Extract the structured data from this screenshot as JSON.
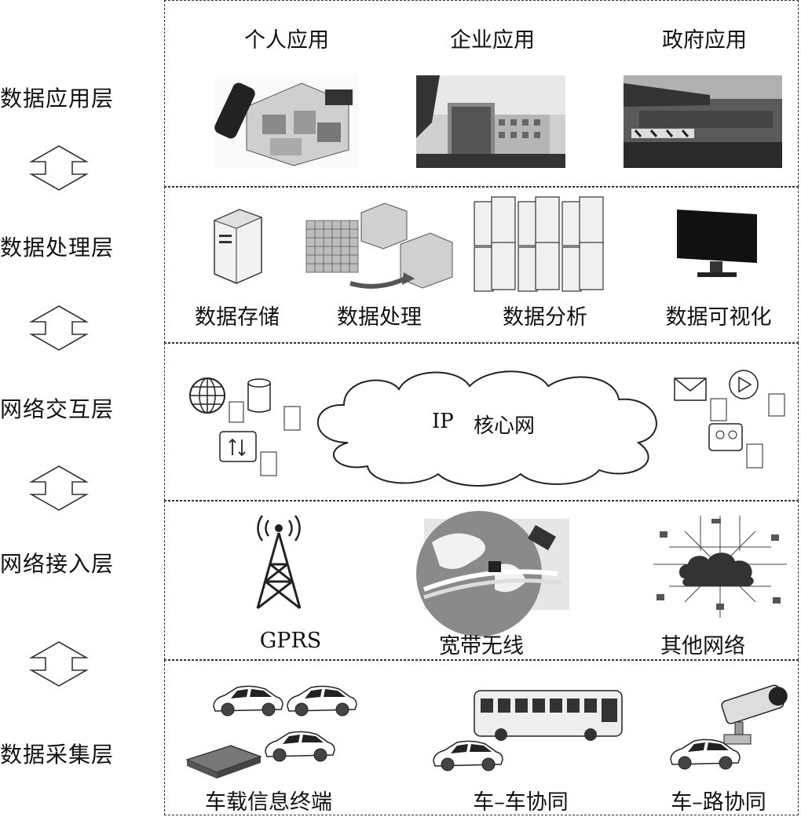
{
  "layers": [
    {
      "name": "数据应用层"
    },
    {
      "name": "数据处理层"
    },
    {
      "name": "网络交互层"
    },
    {
      "name": "网络接入层"
    },
    {
      "name": "数据采集层"
    }
  ],
  "application": {
    "items": [
      "个人应用",
      "企业应用",
      "政府应用"
    ]
  },
  "processing": {
    "items": [
      "数据存储",
      "数据处理",
      "数据分析",
      "数据可视化"
    ]
  },
  "interaction": {
    "ip": "IP",
    "core": "核心网"
  },
  "access": {
    "items": [
      "GPRS",
      "宽带无线",
      "其他网络"
    ]
  },
  "collection": {
    "items": [
      "车载信息终端",
      "车–车协同",
      "车–路协同"
    ]
  }
}
